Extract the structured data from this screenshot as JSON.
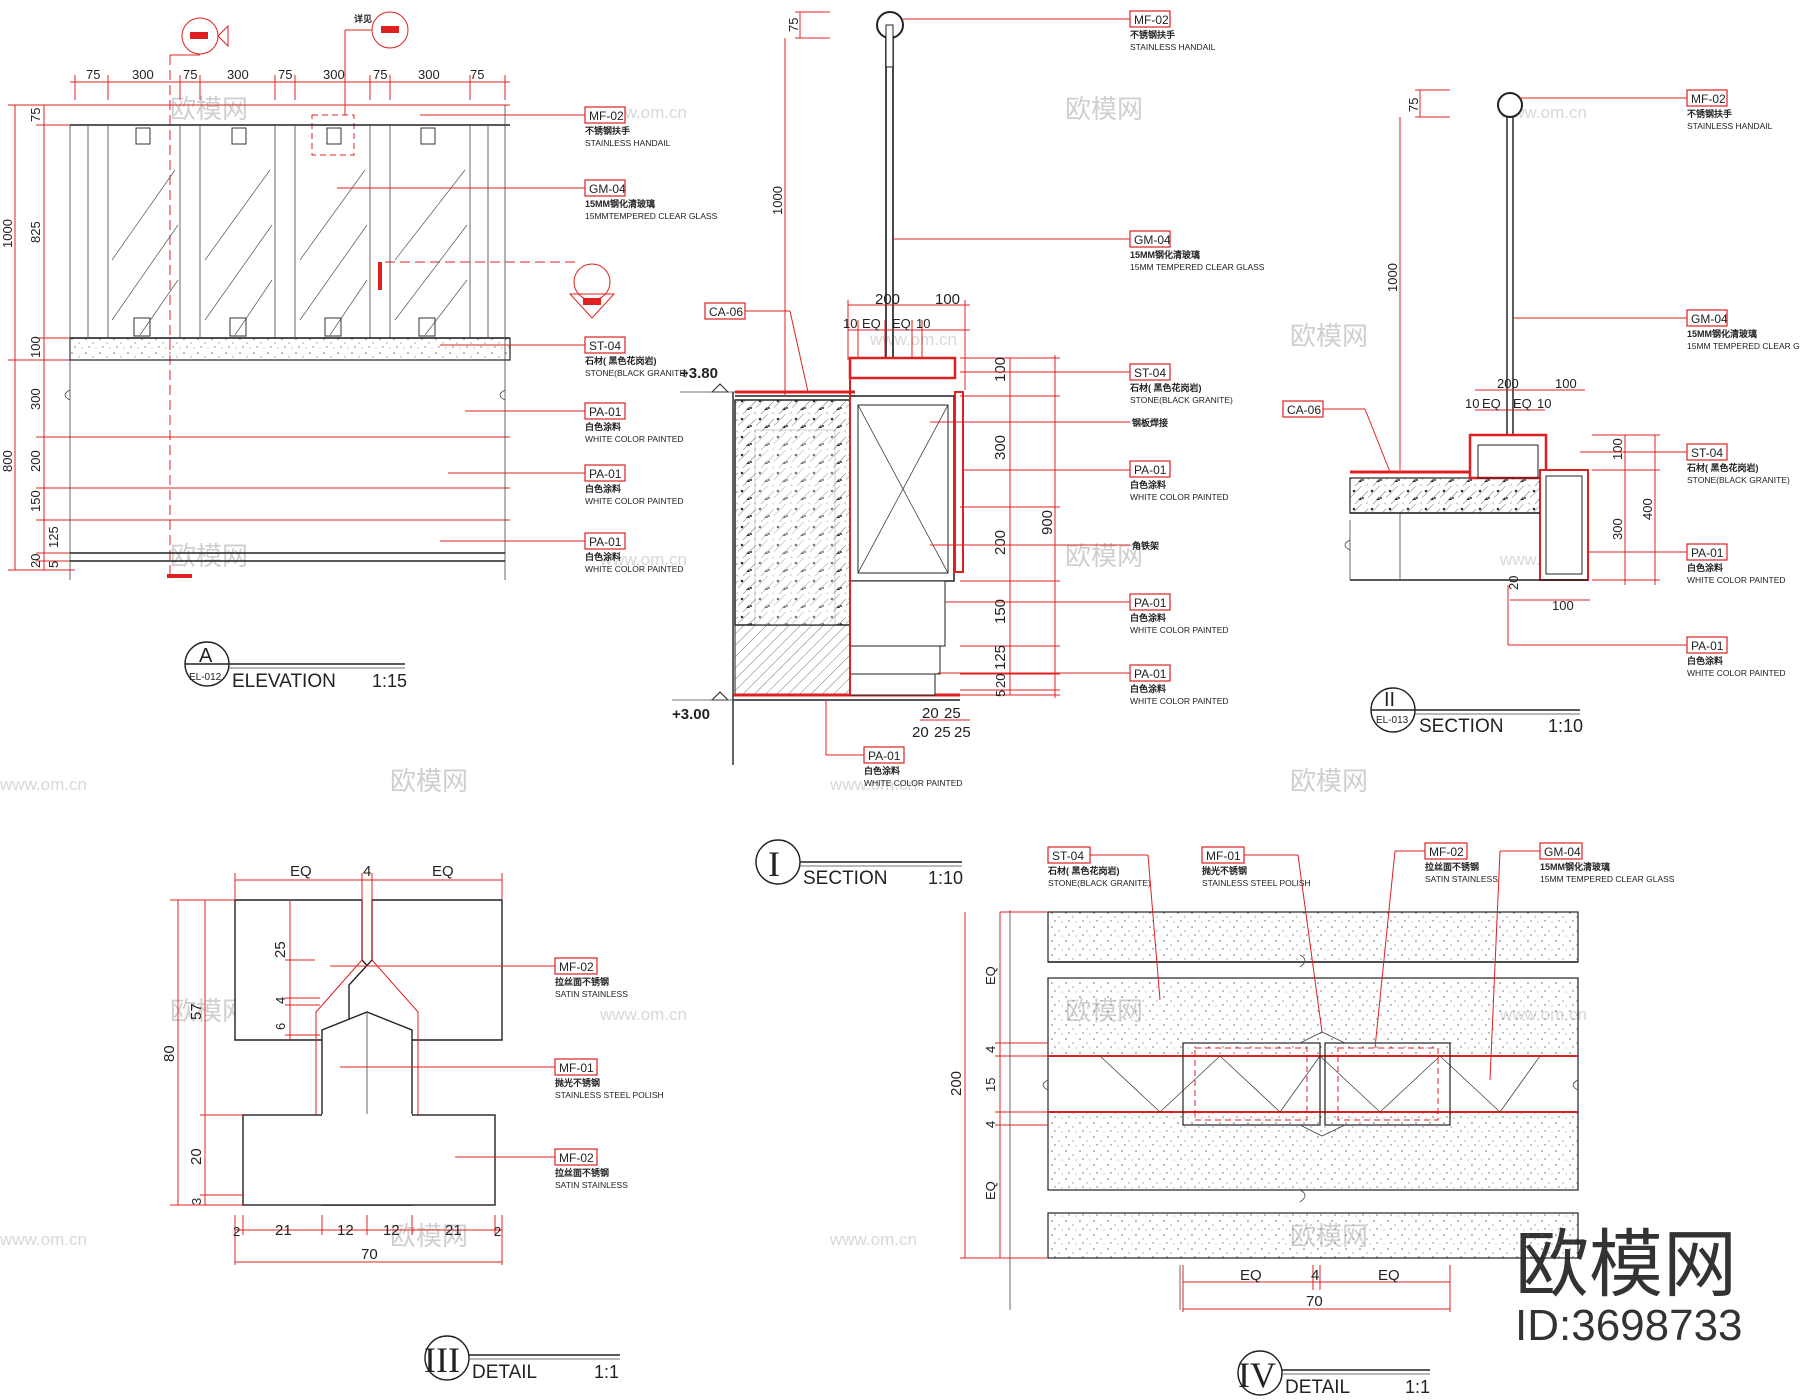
{
  "panels": {
    "elevation": {
      "letter": "A",
      "ref": "EL-012",
      "title": "ELEVATION",
      "scale": "1:15",
      "detail_note": "详见",
      "top_dims": [
        "75",
        "300",
        "75",
        "300",
        "75",
        "300",
        "75",
        "300",
        "75"
      ],
      "left_dims": [
        "75",
        "825",
        "1000",
        "100",
        "300",
        "800",
        "200",
        "150",
        "125",
        "20",
        "5"
      ]
    },
    "section_1": {
      "numeral": "I",
      "title": "SECTION",
      "scale": "1:10",
      "levels": [
        "+3.80",
        "+3.00"
      ],
      "dims": [
        "75",
        "1000",
        "200",
        "100",
        "10",
        "EQ",
        "EQ",
        "10",
        "100",
        "300",
        "200",
        "150",
        "125",
        "20",
        "5",
        "900",
        "20",
        "25",
        "20",
        "25",
        "25"
      ],
      "notes": [
        "钢板焊接",
        "角铁架"
      ]
    },
    "section_2": {
      "numeral": "II",
      "ref": "EL-013",
      "title": "SECTION",
      "scale": "1:10",
      "dims": [
        "75",
        "1000",
        "200",
        "100",
        "10",
        "EQ",
        "EQ",
        "10",
        "100",
        "300",
        "400",
        "20",
        "100"
      ]
    },
    "detail_3": {
      "numeral": "III",
      "title": "DETAIL",
      "scale": "1:1",
      "dims": [
        "EQ",
        "4",
        "EQ",
        "25",
        "4",
        "6",
        "57",
        "80",
        "20",
        "3",
        "2",
        "21",
        "12",
        "12",
        "21",
        "2",
        "70"
      ]
    },
    "detail_4": {
      "numeral": "IV",
      "title": "DETAIL",
      "scale": "1:1",
      "dims": [
        "EQ",
        "4",
        "15",
        "4",
        "EQ",
        "200",
        "EQ",
        "4",
        "EQ",
        "70"
      ]
    }
  },
  "tags": {
    "mf02": {
      "code": "MF-02",
      "cn": "不锈钢扶手",
      "en": "STAINLESS HANDAIL"
    },
    "gm04": {
      "code": "GM-04",
      "cn": "15MM钢化清玻璃",
      "en": "15MMTEMPERED CLEAR GLASS"
    },
    "gm04b": {
      "code": "GM-04",
      "cn": "15MM钢化清玻璃",
      "en": "15MM TEMPERED CLEAR GLASS"
    },
    "st04": {
      "code": "ST-04",
      "cn": "石材( 黑色花岗岩)",
      "en": "STONE(BLACK GRANITE)"
    },
    "pa01": {
      "code": "PA-01",
      "cn": "白色涂料",
      "en": "WHITE COLOR PAINTED"
    },
    "ca06": {
      "code": "CA-06"
    },
    "mf02s": {
      "code": "MF-02",
      "cn": "拉丝面不锈钢",
      "en": "SATIN STAINLESS"
    },
    "mf01": {
      "code": "MF-01",
      "cn": "抛光不锈钢",
      "en": "STAINLESS STEEL POLISH"
    }
  },
  "watermark": {
    "brand": "欧模网",
    "url": "www.om.cn",
    "id": "ID:3698733"
  },
  "colors": {
    "ink": "#222222",
    "accent": "#e02020"
  }
}
